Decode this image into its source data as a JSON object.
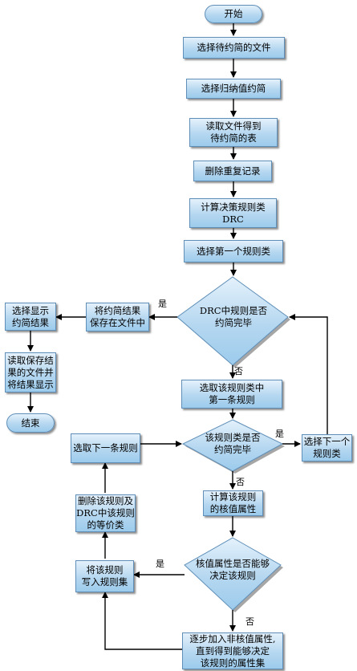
{
  "nodes": {
    "start": "开始",
    "select_file": "选择待约简的文件",
    "select_induction": "选择归纳值约简",
    "read_file": "读取文件得到\n待约简的表",
    "dedupe": "删除重复记录",
    "compute_drc": "计算决策规则类\nDRC",
    "select_first_class": "选择第一个规则类",
    "drc_done": "DRC中规则是否\n约简完毕",
    "save_result": "将约简结果\n保存在文件中",
    "select_show": "选择显示\n约简结果",
    "read_saved": "读取保存结\n果的文件并\n将结果显示",
    "end": "结束",
    "select_first_rule": "选取该规则类中\n第一条规则",
    "class_done": "该规则类是否\n约简完毕",
    "next_class": "选择下一个\n规则类",
    "next_rule": "选取下一条规则",
    "compute_core": "计算该规则\n的核值属性",
    "delete_rule": "删除该规则及\nDRC中该规则\n的等价类",
    "write_rule": "将该规则\n写入规则集",
    "core_decide": "核值属性是否能够\n决定该规则",
    "add_noncore": "逐步加入非核值属性,\n直到得到能够决定\n该规则的属性集"
  },
  "edge_labels": {
    "drc_yes": "是",
    "drc_no": "否",
    "class_yes": "是",
    "class_no": "否",
    "core_yes": "是",
    "core_no": "否"
  },
  "colors": {
    "box_fill_top": "#e4f1fb",
    "box_fill_bottom": "#9ccbec",
    "box_border": "#5f8fb8",
    "diamond_fill": "#a9d2ef",
    "line": "#000000"
  }
}
